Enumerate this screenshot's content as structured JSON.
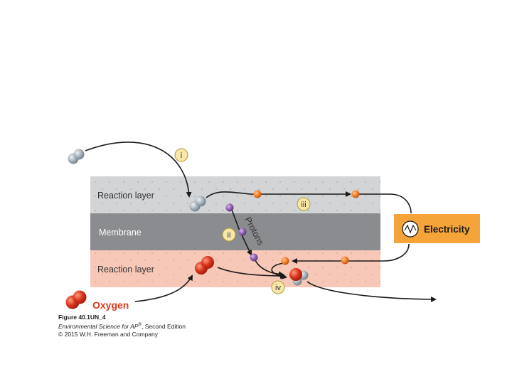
{
  "layers": {
    "top": "Reaction layer",
    "middle": "Membrane",
    "bottom": "Reaction layer"
  },
  "steps": [
    "i",
    "ii",
    "iii",
    "iv"
  ],
  "protons_label": "Protons",
  "electricity_label": "Electricity",
  "oxygen_label": "Oxygen",
  "colors": {
    "top_layer": "#d2d4d6",
    "membrane": "#8a8c8f",
    "bottom_layer": "#f7c8b8",
    "electricity_box": "#f5a43a",
    "oxygen_text": "#d83a1e",
    "electron": "#ee7a22",
    "proton": "#8a5aa8",
    "oxygen_atom": "#d8331c",
    "hydrogen_atom": "#a6b2bb",
    "step_badge": "#f7e7a8"
  },
  "caption": {
    "figure": "Figure 40.1UN_4",
    "book_title": "Environmental Science for AP",
    "book_sup": "®",
    "book_rest": ", Second Edition",
    "copyright": "© 2015 W.H. Freeman and Company"
  }
}
